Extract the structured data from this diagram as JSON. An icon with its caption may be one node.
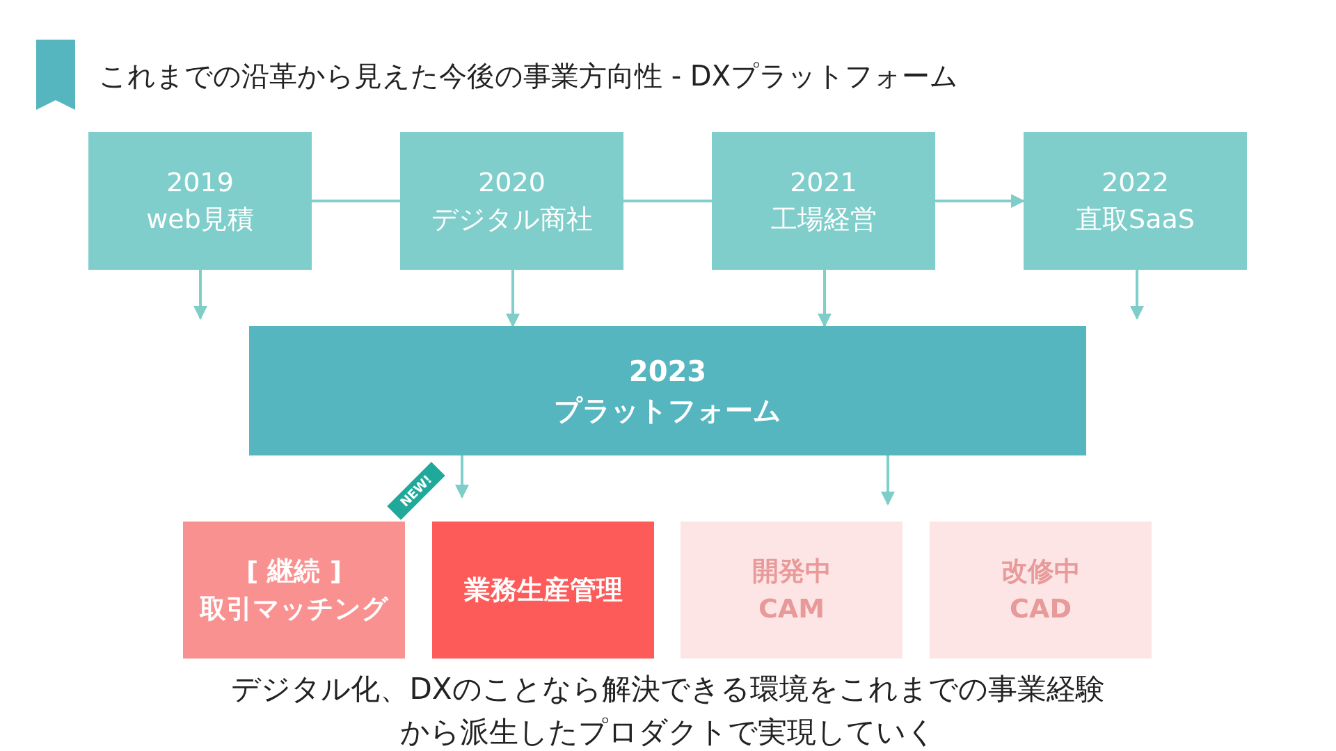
{
  "diagram": {
    "title": "これまでの沿革から見えた今後の事業方向性 - DXプラットフォーム",
    "caption": "デジタル化、DXのことなら解決できる環境をこれまでの事業経験から派生したプロダクトで実現していく",
    "nodes": [
      {
        "text": [
          "2019",
          "web見積"
        ]
      },
      {
        "text": [
          "2020",
          "デジタル商社"
        ]
      },
      {
        "text": [
          "2021",
          "工場経営"
        ]
      },
      {
        "text": [
          "2022",
          "直取SaaS"
        ]
      },
      {
        "text": [
          "2023",
          "プラットフォーム"
        ]
      },
      {
        "text": [
          "[ 継続 ]",
          "取引マッチング"
        ]
      },
      {
        "text": [
          "業務生産管理"
        ]
      },
      {
        "text": [
          "開発中",
          "CAM"
        ]
      },
      {
        "text": [
          "改修中",
          "CAD"
        ]
      }
    ],
    "edges": [
      {
        "from": 0,
        "to": 1,
        "arrow": "none"
      },
      {
        "from": 1,
        "to": 2,
        "arrow": "none"
      },
      {
        "from": 2,
        "to": 3,
        "arrow": "to"
      },
      {
        "from": 0,
        "to": null,
        "arrow": "to"
      },
      {
        "from": 1,
        "to": 4,
        "arrow": "to"
      },
      {
        "from": 2,
        "to": 4,
        "arrow": "to"
      },
      {
        "from": 3,
        "to": null,
        "arrow": "to"
      },
      {
        "from": 4,
        "to": 6,
        "arrow": "to"
      },
      {
        "from": 4,
        "to": 7,
        "arrow": "to"
      }
    ],
    "labels": [
      "NEW!"
    ]
  }
}
